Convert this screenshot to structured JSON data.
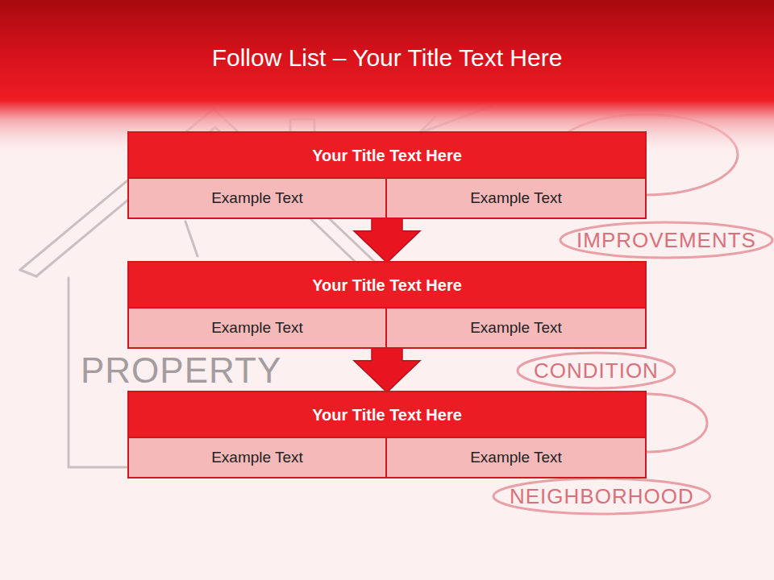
{
  "diagram": {
    "title": "Follow List  – Your Title Text Here",
    "nodes": [
      {
        "text": [
          "Your Title Text Here"
        ]
      },
      {
        "text": [
          "Example Text"
        ],
        "in": 0
      },
      {
        "text": [
          "Example Text"
        ],
        "in": 0
      },
      {
        "text": [
          "Your Title Text Here"
        ]
      },
      {
        "text": [
          "Example Text"
        ],
        "in": 3
      },
      {
        "text": [
          "Example Text"
        ],
        "in": 3
      },
      {
        "text": [
          "Your Title Text Here"
        ]
      },
      {
        "text": [
          "Example Text"
        ],
        "in": 6
      },
      {
        "text": [
          "Example Text"
        ],
        "in": 6
      }
    ],
    "edges": [
      {
        "from": 0,
        "to": 3,
        "arrow": "to"
      },
      {
        "from": 3,
        "to": 6,
        "arrow": "to"
      }
    ],
    "labels": [
      "IMPROVEMENTS",
      "PROPERTY",
      "CONDITION",
      "NEIGHBORHOOD"
    ]
  }
}
